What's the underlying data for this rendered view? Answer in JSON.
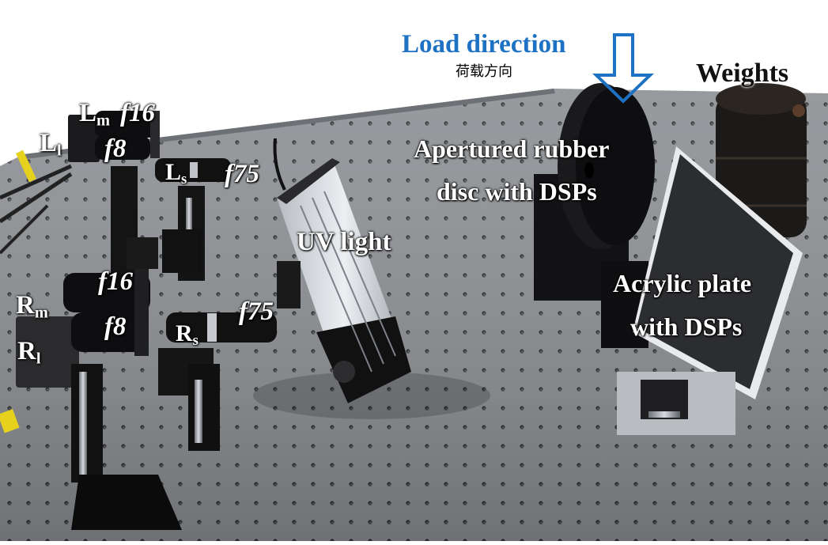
{
  "labels": {
    "load_direction": "Load direction",
    "load_direction_cn": "荷载方向",
    "weights": "Weights",
    "rubber_disc_line1": "Apertured rubber",
    "rubber_disc_line2": "disc with DSPs",
    "uv_light": "UV light",
    "acrylic_line1": "Acrylic plate",
    "acrylic_line2": "with DSPs"
  },
  "cameras": {
    "L_m": {
      "letter": "L",
      "sub": "m",
      "lens": "f16"
    },
    "L_l": {
      "letter": "L",
      "sub": "l",
      "lens": "f8"
    },
    "L_s": {
      "letter": "L",
      "sub": "s",
      "lens": "f75"
    },
    "R_m": {
      "letter": "R",
      "sub": "m",
      "lens": "f16"
    },
    "R_l": {
      "letter": "R",
      "sub": "l",
      "lens": "f8"
    },
    "R_s": {
      "letter": "R",
      "sub": "s",
      "lens": "f75"
    }
  },
  "colors": {
    "load_direction": "#1e72c4",
    "arrow": "#1e72c4",
    "table": "#8f9296"
  }
}
